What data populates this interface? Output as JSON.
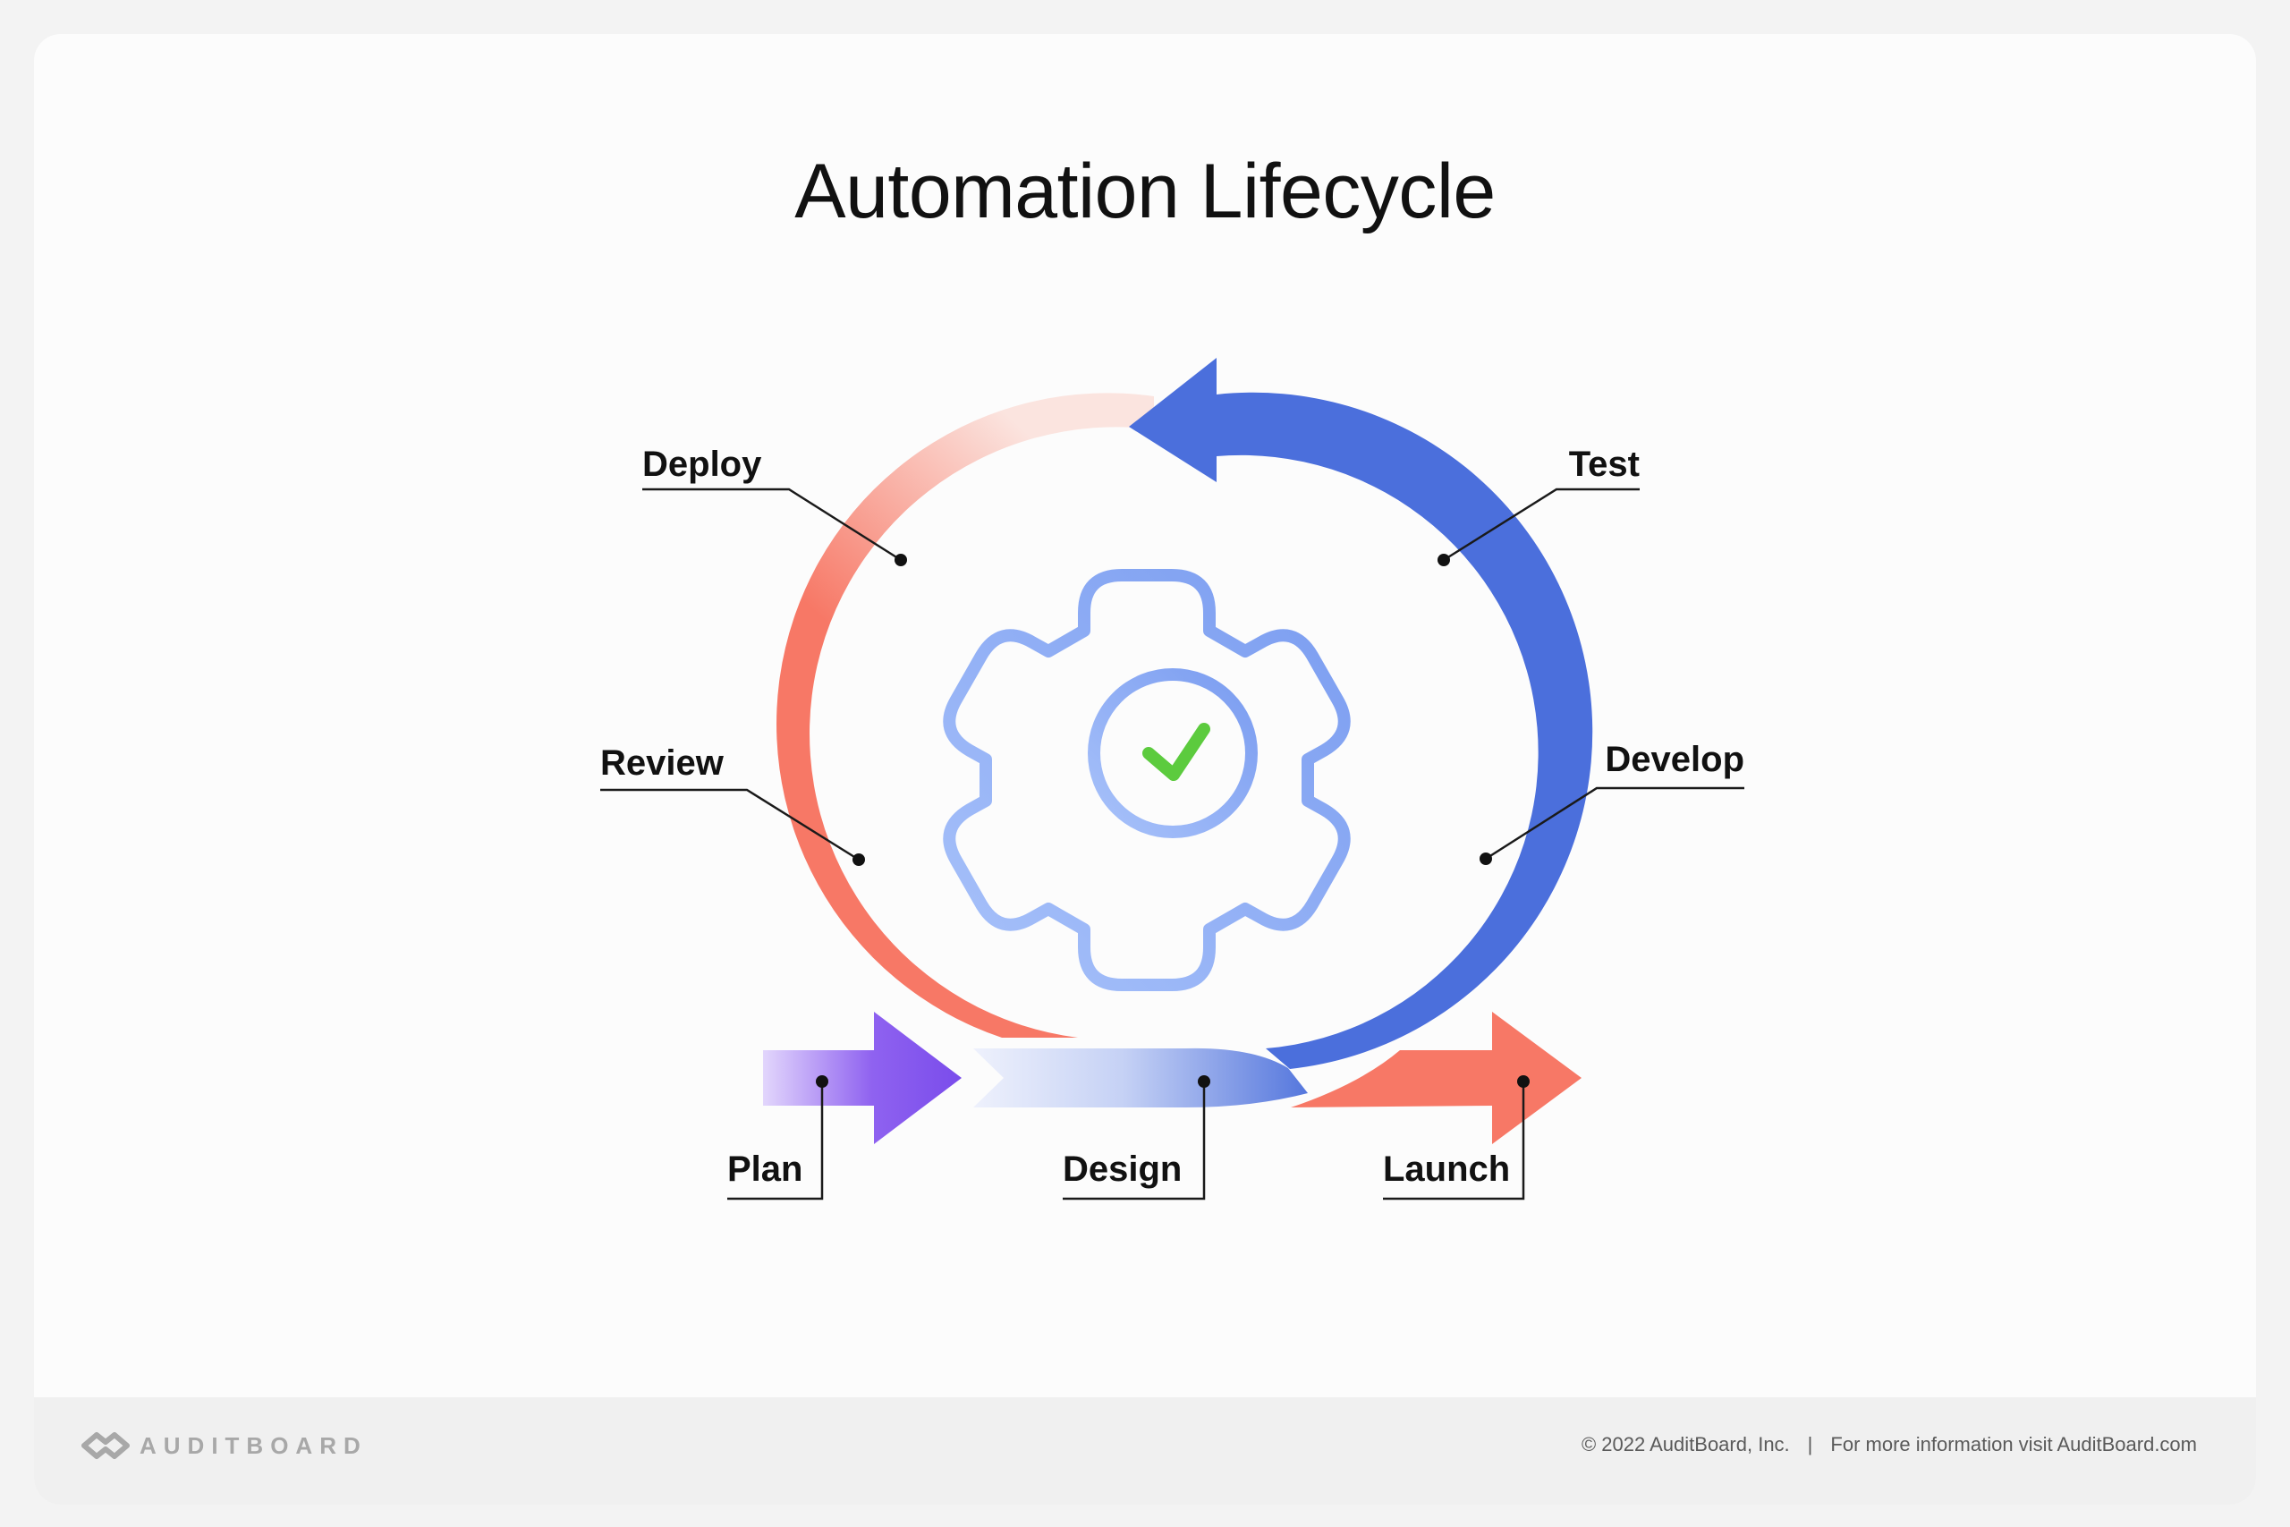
{
  "title": "Automation Lifecycle",
  "stages": {
    "plan": "Plan",
    "design": "Design",
    "develop": "Develop",
    "test": "Test",
    "deploy": "Deploy",
    "review": "Review",
    "launch": "Launch"
  },
  "footer": {
    "brand": "AUDITBOARD",
    "copyright": "© 2022  AuditBoard, Inc.",
    "separator": "|",
    "info": "For more information visit AuditBoard.com"
  },
  "colors": {
    "blue": "#4B6FDC",
    "coral": "#F77866",
    "purple": "#7A4CEB",
    "gear": "#8AABF5",
    "check": "#5CCB3E"
  },
  "icons": [
    "gear-icon",
    "check-icon",
    "auditboard-logo-icon"
  ]
}
